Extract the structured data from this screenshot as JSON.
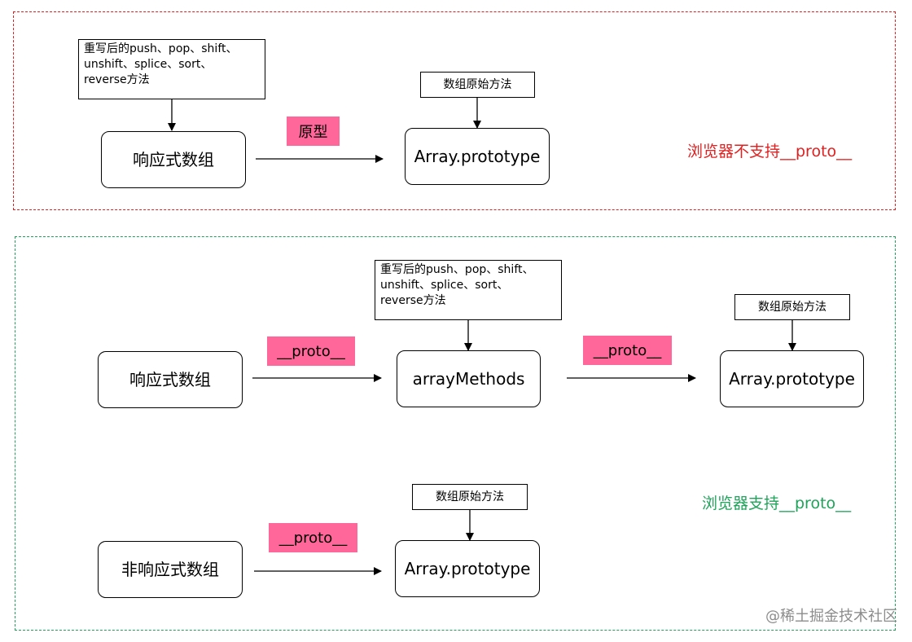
{
  "top_section": {
    "note_overridden_methods": "重写后的push、pop、shift、\nunshift、splice、sort、\nreverse方法",
    "node_reactive_array": "响应式数组",
    "label_prototype": "原型",
    "note_native_methods": "数组原始方法",
    "node_array_prototype": "Array.prototype",
    "caption": "浏览器不支持__proto__",
    "caption_color": "#e02020"
  },
  "bottom_section": {
    "reactive_row": {
      "node_reactive_array": "响应式数组",
      "label_proto_1": "__proto__",
      "note_overridden_methods": "重写后的push、pop、shift、\nunshift、splice、sort、\nreverse方法",
      "node_array_methods": "arrayMethods",
      "label_proto_2": "__proto__",
      "note_native_methods": "数组原始方法",
      "node_array_prototype": "Array.prototype"
    },
    "non_reactive_row": {
      "node_non_reactive_array": "非响应式数组",
      "label_proto": "__proto__",
      "note_native_methods": "数组原始方法",
      "node_array_prototype": "Array.prototype"
    },
    "caption": "浏览器支持__proto__",
    "caption_color": "#1fa35a"
  },
  "label_color": "#ff6699",
  "watermark": "@稀土掘金技术社区"
}
